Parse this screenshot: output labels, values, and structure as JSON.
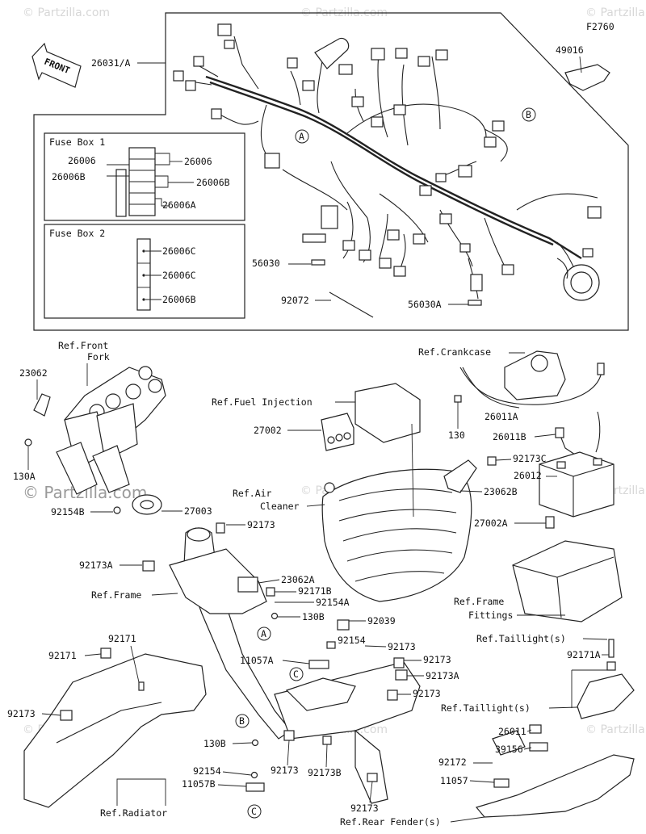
{
  "diagram": {
    "figure_id": "F2760",
    "front_label": "FRONT",
    "watermark": "© Partzilla.com",
    "fuse_box_1": {
      "title": "Fuse Box 1",
      "labels": [
        "26006",
        "26006",
        "26006B",
        "26006B",
        "26006A"
      ]
    },
    "fuse_box_2": {
      "title": "Fuse Box 2",
      "labels": [
        "26006C",
        "26006C",
        "26006B"
      ]
    },
    "harness_labels": {
      "main_harness": "26031/A",
      "bracket": "49016",
      "band_56030": "56030",
      "band_56030a": "56030A",
      "clamp_92072": "92072"
    },
    "callouts": [
      "A",
      "B",
      "A",
      "B",
      "C",
      "C"
    ],
    "part_labels": {
      "p23062": "23062",
      "p130a": "130A",
      "p92154b": "92154B",
      "p27003": "27003",
      "p27002": "27002",
      "p92173_a": "92173",
      "p92173a_a": "92173A",
      "p23062a": "23062A",
      "p92171b": "92171B",
      "p92154a": "92154A",
      "p130b_a": "130B",
      "p92039": "92039",
      "p92154_a": "92154",
      "p92173_b": "92173",
      "p11057a": "11057A",
      "p92173_c": "92173",
      "p92173a_b": "92173A",
      "p92173_d": "92173",
      "p92171_a": "92171",
      "p92171_b": "92171",
      "p92173_e": "92173",
      "p130b_b": "130B",
      "p92154_b": "92154",
      "p11057b": "11057B",
      "p92173_f": "92173",
      "p92173b": "92173B",
      "p92173_g": "92173",
      "p130": "130",
      "p26011a": "26011A",
      "p26011b": "26011B",
      "p92173c": "92173C",
      "p26012": "26012",
      "p23062b": "23062B",
      "p27002a": "27002A",
      "p92171a": "92171A",
      "p26011": "26011",
      "p39156": "39156",
      "p92172": "92172",
      "p11057": "11057"
    },
    "reference_labels": {
      "front_fork": "Ref.Front\nFork",
      "front_fork_l1": "Ref.Front",
      "front_fork_l2": "Fork",
      "crankcase": "Ref.Crankcase",
      "fuel_injection": "Ref.Fuel Injection",
      "air_cleaner_l1": "Ref.Air",
      "air_cleaner_l2": "Cleaner",
      "frame": "Ref.Frame",
      "frame_fittings_l1": "Ref.Frame",
      "frame_fittings_l2": "Fittings",
      "taillight_1": "Ref.Taillight(s)",
      "taillight_2": "Ref.Taillight(s)",
      "radiator": "Ref.Radiator",
      "rear_fender": "Ref.Rear Fender(s)"
    }
  }
}
